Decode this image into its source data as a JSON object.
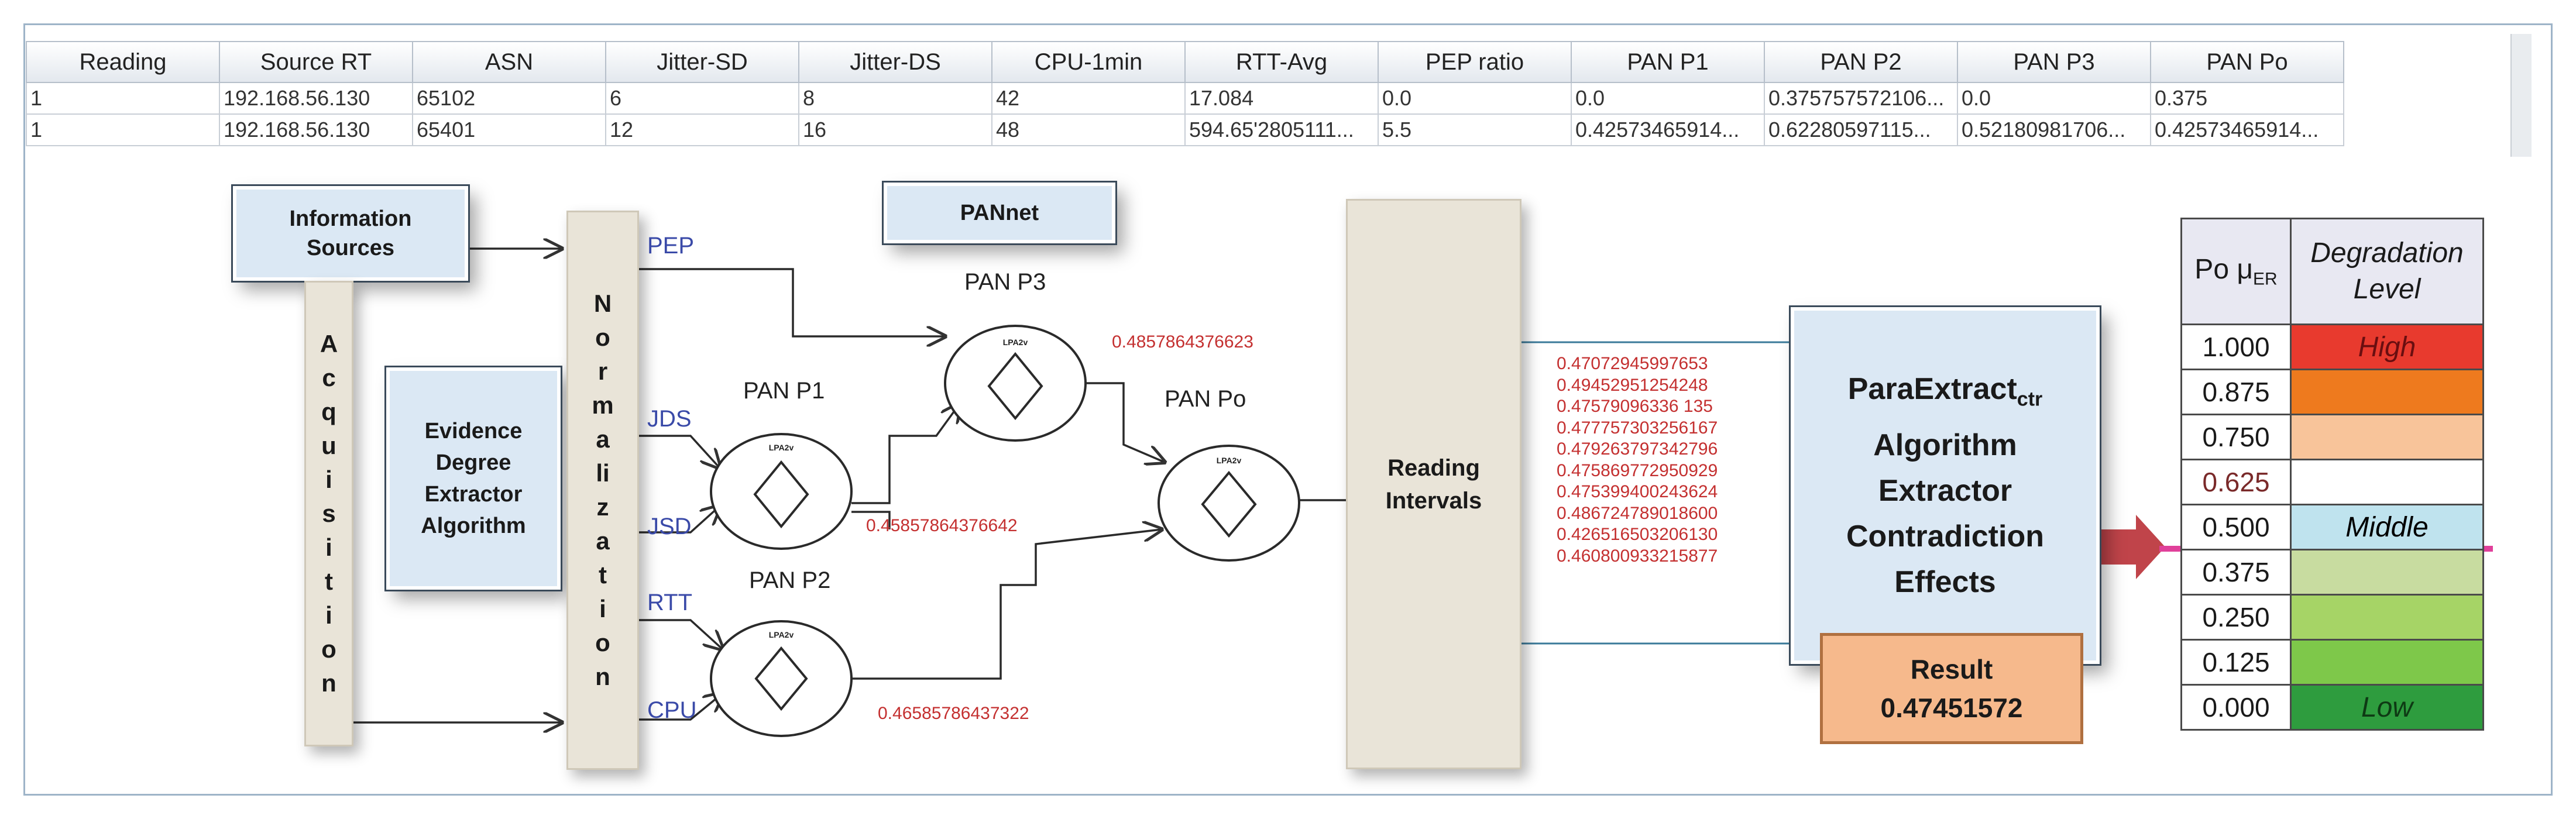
{
  "table": {
    "columns": [
      "Reading",
      "Source RT",
      "ASN",
      "Jitter-SD",
      "Jitter-DS",
      "CPU-1min",
      "RTT-Avg",
      "PEP ratio",
      "PAN  P1",
      "PAN  P2",
      "PAN  P3",
      "PAN  Po"
    ],
    "rows": [
      [
        "1",
        "192.168.56.130",
        "65102",
        "6",
        "8",
        "42",
        "17.084",
        "0.0",
        "0.0",
        "0.375757572106...",
        "0.0",
        "0.375"
      ],
      [
        "1",
        "192.168.56.130",
        "65401",
        "12",
        "16",
        "48",
        "594.65'2805111...",
        "5.5",
        "0.42573465914...",
        "0.62280597115...",
        "0.52180981706...",
        "0.42573465914..."
      ]
    ]
  },
  "diagram": {
    "info_sources": "Information Sources",
    "acquisition": [
      "A",
      "c",
      "q",
      "u",
      "i",
      "s",
      "i",
      "t",
      "i",
      "o",
      "n"
    ],
    "evidence_box": "Evidence Degree Extractor Algorithm",
    "normalization": [
      "N",
      "o",
      "r",
      "m",
      "a",
      "li",
      "z",
      "a",
      "t",
      "i",
      "o",
      "n"
    ],
    "pannet": "PANnet",
    "inputs": [
      "PEP",
      "JDS",
      "JSD",
      "RTT",
      "CPU"
    ],
    "nodes": {
      "p1": "PAN  P1",
      "p2": "PAN  P2",
      "p3": "PAN  P3",
      "po": "PAN  Po"
    },
    "node_inner_label": "LPA2v",
    "node_values": {
      "p1": "0.45857864376642",
      "p2": "0.46585786437322",
      "p3": "0.4857864376623"
    },
    "reading_intervals": "Reading Intervals",
    "interval_values": [
      "0.47072945997653",
      "0.49452951254248",
      "0.47579096336 135",
      "0.477757303256167",
      "0.479263797342796",
      "0.475869772950929",
      "0.475399400243624",
      "0.486724789018600",
      "0.426516503206130",
      "0.460800933215877"
    ],
    "paraextract": {
      "line1": "ParaExtract",
      "sub": "ctr",
      "line2": "Algorithm",
      "line3": "Extractor",
      "line4": "Contradiction",
      "line5": "Effects"
    },
    "result": {
      "label": "Result",
      "value": "0.47451572"
    }
  },
  "degradation": {
    "header_po": "Po μ",
    "header_po_sub": "ER",
    "header_level": "Degradation Level",
    "rows": [
      {
        "value": "1.000",
        "label": "High",
        "color": "#e83a2e"
      },
      {
        "value": "0.875",
        "label": "",
        "color": "#ee7a1e"
      },
      {
        "value": "0.750",
        "label": "",
        "color": "#f8c49a"
      },
      {
        "value": "0.625",
        "label": "",
        "color": "#ffffff"
      },
      {
        "value": "0.500",
        "label": "Middle",
        "color": "#bfe3ee"
      },
      {
        "value": "0.375",
        "label": "",
        "color": "#c8dca0"
      },
      {
        "value": "0.250",
        "label": "",
        "color": "#a6d466"
      },
      {
        "value": "0.125",
        "label": "",
        "color": "#7ec84a"
      },
      {
        "value": "0.000",
        "label": "Low",
        "color": "#2e9c3e"
      }
    ]
  }
}
